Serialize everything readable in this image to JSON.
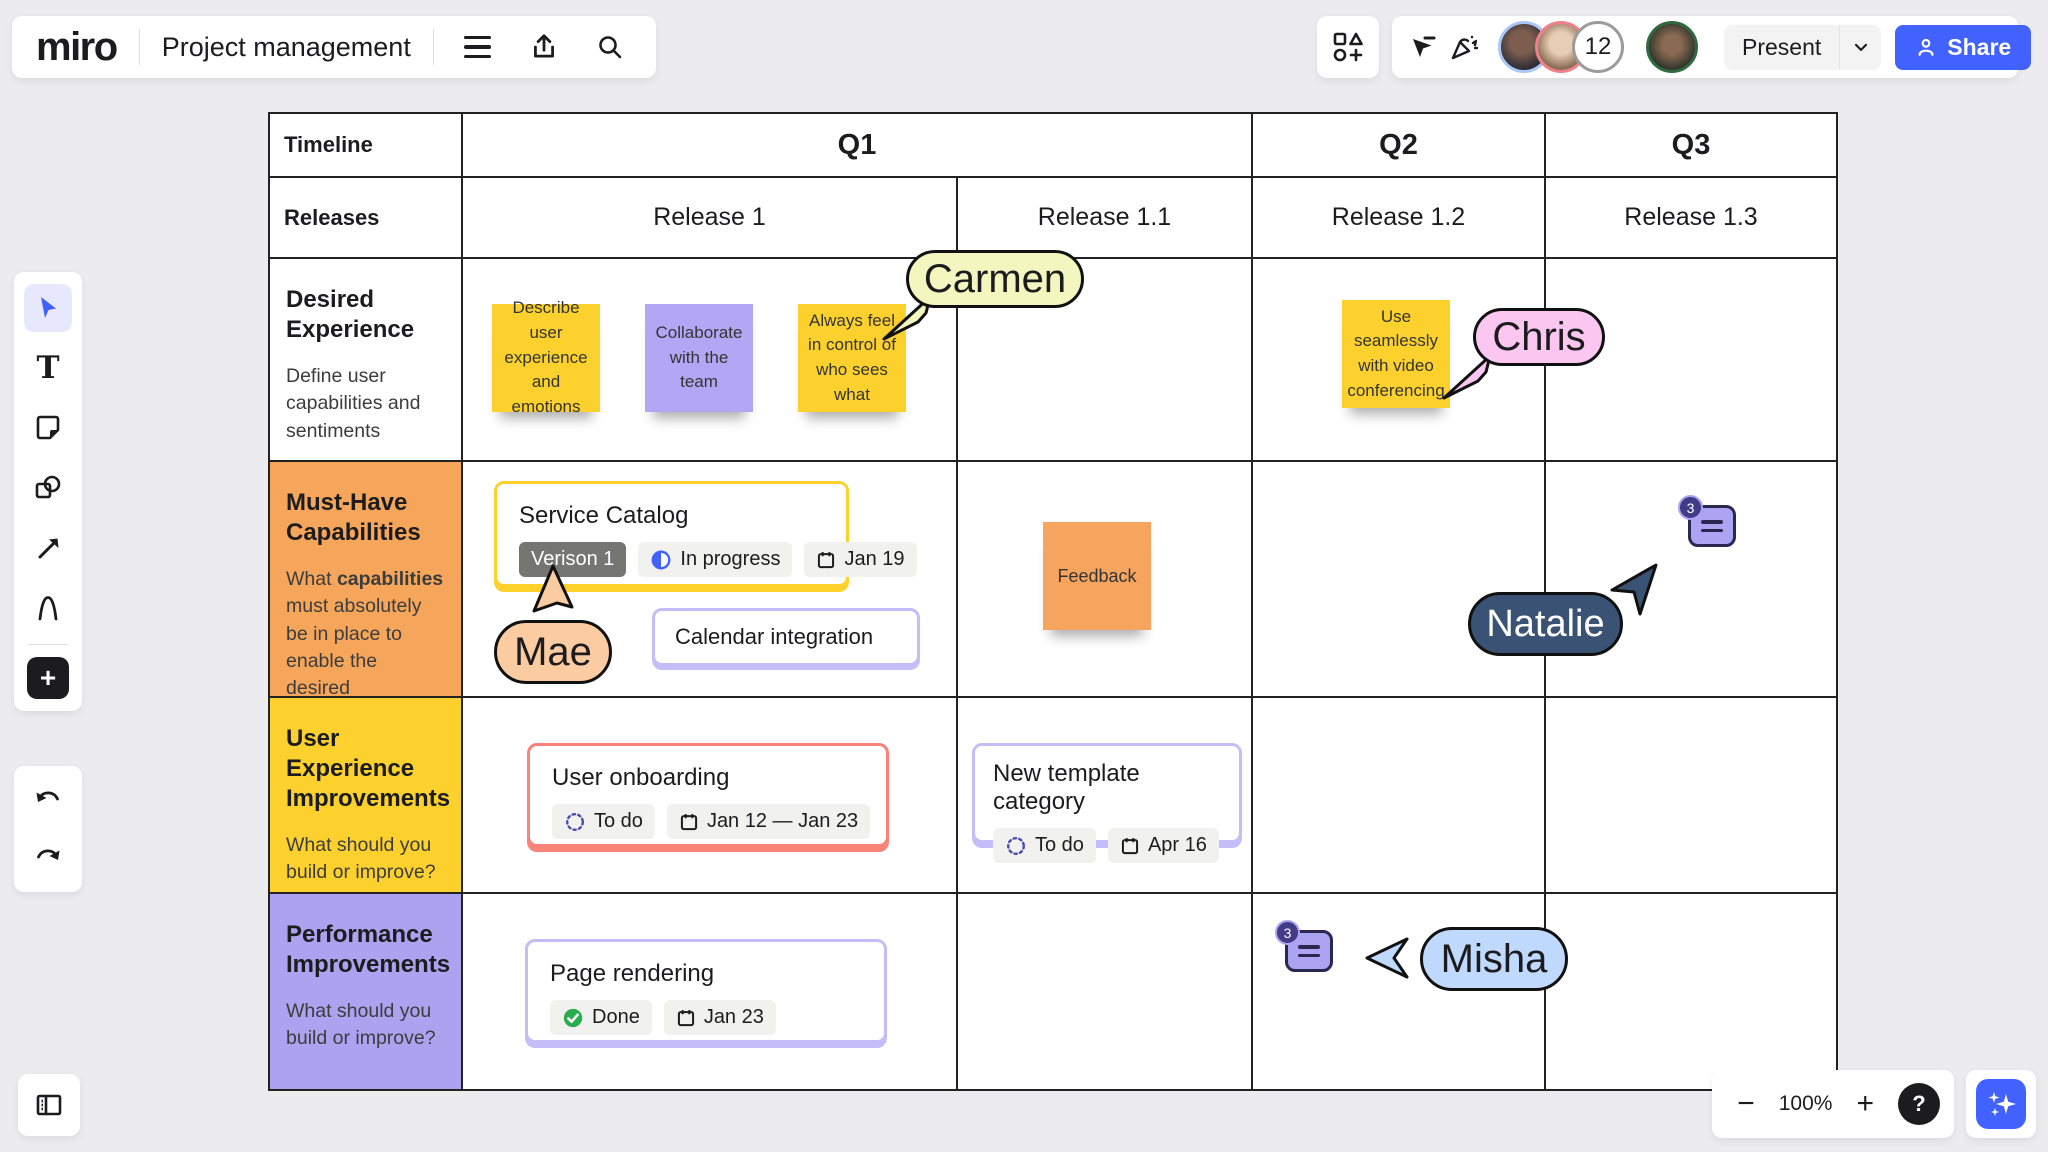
{
  "app": {
    "logo_text": "miro",
    "board_title": "Project management"
  },
  "topbar": {
    "present_label": "Present",
    "share_label": "Share",
    "avatar_overflow_count": "12"
  },
  "icons": {
    "text_tool_glyph": "T"
  },
  "colors": {
    "accent_blue": "#4262FF",
    "row_orange": "#F6A65A",
    "row_yellow": "#FCD12D",
    "row_purple": "#ACA2F0",
    "sticky_yellow": "#FCD12D",
    "sticky_purple": "#B3A6F5",
    "sticky_orange": "#F7A55E",
    "tag_carmen": "#F3F6BE",
    "tag_chris": "#FBC7F1",
    "tag_mae": "#FBCBA2",
    "tag_natalie": "#3A5375",
    "tag_misha": "#BFD9FF"
  },
  "table": {
    "timeline_label": "Timeline",
    "releases_label": "Releases",
    "quarters": [
      {
        "label": "Q1"
      },
      {
        "label": "Q2"
      },
      {
        "label": "Q3"
      }
    ],
    "release_columns": [
      "Release 1",
      "Release 1.1",
      "Release 1.2",
      "Release 1.3"
    ],
    "rows": [
      {
        "title": "Desired Experience",
        "description": "Define user capabilities and sentiments"
      },
      {
        "title": "Must-Have Capabilities",
        "description_before": "What ",
        "description_bold": "capabilities",
        "description_after": " must absolutely be in place to enable the desired experience?"
      },
      {
        "title": "User Experience Improvements",
        "description": "What should you build or improve?"
      },
      {
        "title": "Performance Improvements",
        "description": "What should you build or improve?"
      }
    ]
  },
  "stickies": [
    {
      "text": "Describe user experience and emotions"
    },
    {
      "text": "Collaborate with the team"
    },
    {
      "text": "Always feel in control of who sees what"
    },
    {
      "text": "Use seamlessly with video conferencing"
    },
    {
      "text": "Feedback"
    }
  ],
  "cards": [
    {
      "title": "Service Catalog",
      "version_tag": "Verison 1",
      "status": "In progress",
      "date": "Jan 19"
    },
    {
      "title": "Calendar integration"
    },
    {
      "title": "User onboarding",
      "status": "To do",
      "date": "Jan 12 — Jan 23"
    },
    {
      "title": "New template category",
      "status": "To do",
      "date": "Apr 16"
    },
    {
      "title": "Page rendering",
      "status": "Done",
      "date": "Jan 23"
    }
  ],
  "name_tags": [
    {
      "name": "Carmen"
    },
    {
      "name": "Chris"
    },
    {
      "name": "Mae"
    },
    {
      "name": "Natalie"
    },
    {
      "name": "Misha"
    }
  ],
  "comments": [
    {
      "badge": "3"
    },
    {
      "badge": "3"
    }
  ],
  "zoom_controls": {
    "minus": "−",
    "zoom_level": "100%",
    "plus": "+",
    "help_label": "?"
  }
}
